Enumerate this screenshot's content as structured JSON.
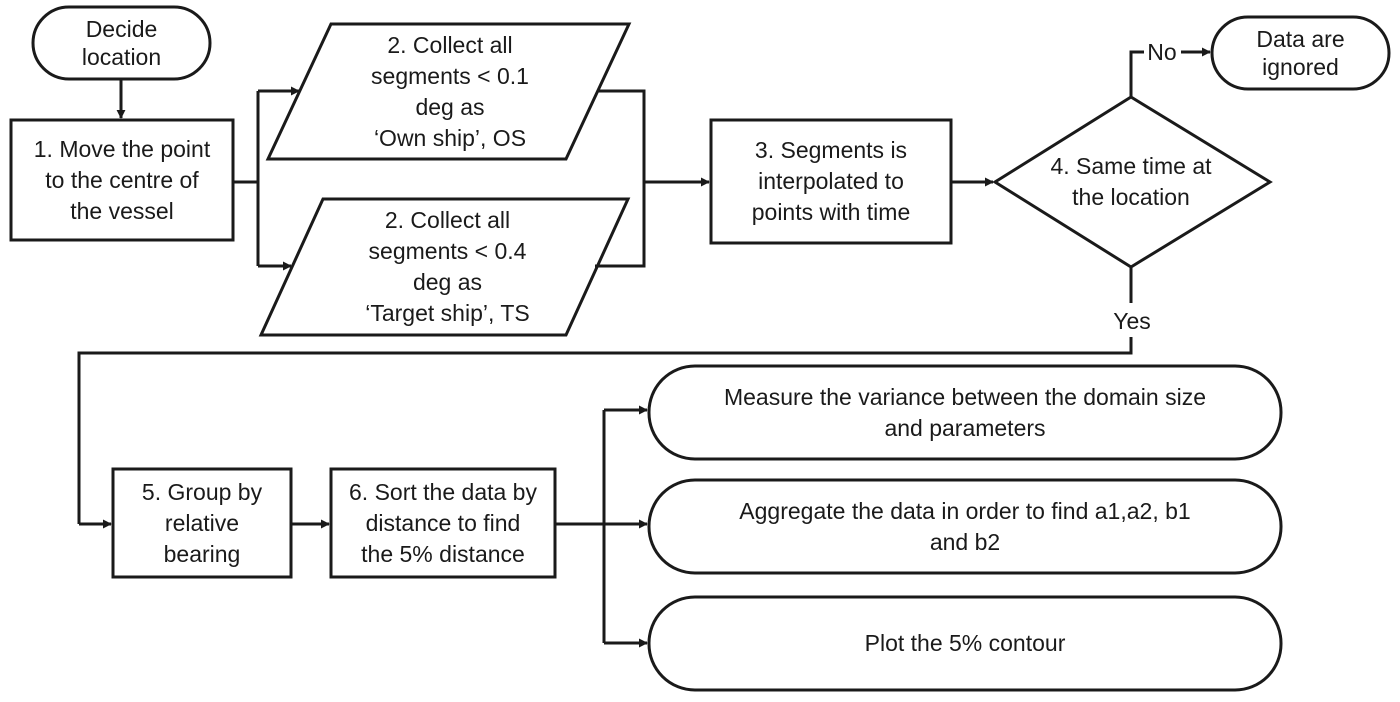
{
  "diagram": {
    "nodes": {
      "decide": {
        "lines": [
          "Decide",
          "location"
        ]
      },
      "move": {
        "lines": [
          "1. Move the point",
          "to the centre of",
          "the vessel"
        ]
      },
      "collect_os": {
        "lines": [
          "2. Collect all",
          "segments < 0.1",
          "deg as",
          "‘Own ship’, OS"
        ]
      },
      "collect_ts": {
        "lines": [
          "2. Collect all",
          "segments < 0.4",
          "deg as",
          "‘Target ship’, TS"
        ]
      },
      "interp": {
        "lines": [
          "3. Segments is",
          "interpolated to",
          "points with time"
        ]
      },
      "same_time": {
        "lines": [
          "4. Same time at",
          "the location"
        ]
      },
      "ignored": {
        "lines": [
          "Data are",
          "ignored"
        ]
      },
      "group": {
        "lines": [
          "5. Group by",
          "relative",
          "bearing"
        ]
      },
      "sort": {
        "lines": [
          "6. Sort the data by",
          "distance to find",
          "the 5% distance"
        ]
      },
      "variance": {
        "lines": [
          "Measure the variance between the domain size",
          "and parameters"
        ]
      },
      "aggregate": {
        "lines": [
          "Aggregate the data in order to find a1,a2, b1",
          "and b2"
        ]
      },
      "plot": {
        "lines": [
          "Plot the 5% contour"
        ]
      }
    },
    "edge_labels": {
      "no": "No",
      "yes": "Yes"
    },
    "colors": {
      "stroke": "#1a1a1a",
      "fill": "#ffffff"
    }
  }
}
